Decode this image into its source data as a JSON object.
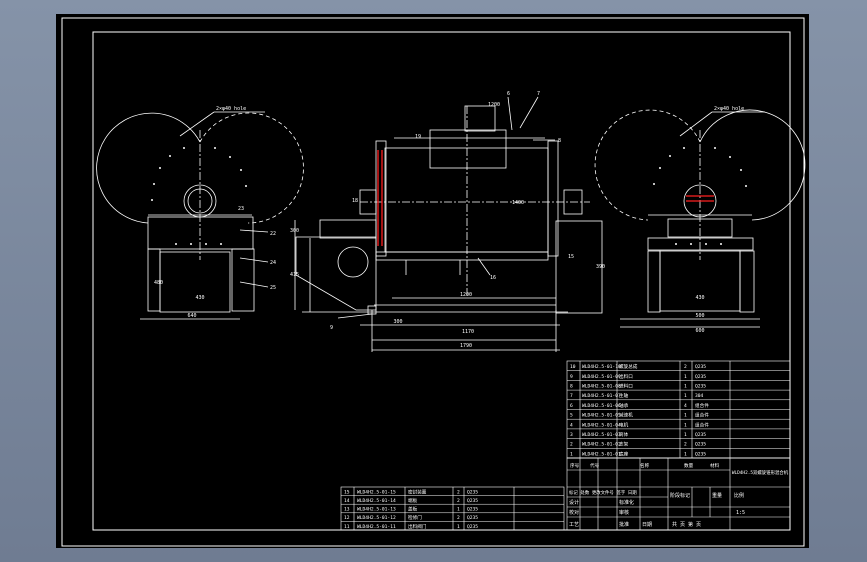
{
  "viewport": {
    "background": "#7f8ba0",
    "sheet_color": "#000000",
    "line_color": "#ffffff",
    "accent": "#ff2020"
  },
  "dimensions": {
    "front_height": "1400",
    "front_length_inner": "1200",
    "front_center": "1170",
    "overall_length": "1790",
    "base_offset": "300",
    "top_width": "1200",
    "left_end_height": "480",
    "right_end_width": "500",
    "left_side_height": "415",
    "left_side_width": "300",
    "right_height": "390",
    "right_width_inner": "600",
    "right_width_outer": "430",
    "left_width_outer": "640",
    "left_width_inner": "430"
  },
  "callouts": {
    "left": [
      "23",
      "22",
      "24",
      "25"
    ],
    "front": [
      "6",
      "7",
      "19",
      "8",
      "18",
      "16",
      "15",
      "9"
    ],
    "flange_left": "2×φ40 hole",
    "flange_right": "2×φ40 hole"
  },
  "parts_list": [
    {
      "no": "10",
      "code": "WLD4H2.5-01-10",
      "name": "螺旋总成",
      "qty": "2",
      "material": "Q235"
    },
    {
      "no": "9",
      "code": "WLD4H2.5-01-09",
      "name": "出料口",
      "qty": "1",
      "material": "Q235"
    },
    {
      "no": "8",
      "code": "WLD4H2.5-01-08",
      "name": "进料口",
      "qty": "1",
      "material": "Q235"
    },
    {
      "no": "7",
      "code": "WLD4H2.5-01-07",
      "name": "主轴",
      "qty": "1",
      "material": "304"
    },
    {
      "no": "6",
      "code": "WLD4H2.5-01-06",
      "name": "轴承",
      "qty": "4",
      "material": "组合件"
    },
    {
      "no": "5",
      "code": "WLD4H2.5-01-05",
      "name": "减速机",
      "qty": "1",
      "material": "组合件"
    },
    {
      "no": "4",
      "code": "WLD4H2.5-01-04",
      "name": "电机",
      "qty": "1",
      "material": "组合件"
    },
    {
      "no": "3",
      "code": "WLD4H2.5-01-03",
      "name": "筒体",
      "qty": "1",
      "material": "Q235"
    },
    {
      "no": "2",
      "code": "WLD4H2.5-01-02",
      "name": "支架",
      "qty": "2",
      "material": "Q235"
    },
    {
      "no": "1",
      "code": "WLD4H2.5-01-01",
      "name": "底座",
      "qty": "1",
      "material": "Q235"
    }
  ],
  "parts_header": {
    "no": "序号",
    "code": "代号",
    "name": "名称",
    "qty": "数量",
    "material": "材料"
  },
  "parts_list_lower": [
    {
      "no": "15",
      "code": "WLD4H2.5-01-15",
      "name": "密封装置",
      "qty": "2",
      "material": "Q235"
    },
    {
      "no": "14",
      "code": "WLD4H2.5-01-14",
      "name": "端板",
      "qty": "2",
      "material": "Q235"
    },
    {
      "no": "13",
      "code": "WLD4H2.5-01-13",
      "name": "盖板",
      "qty": "1",
      "material": "Q235"
    },
    {
      "no": "12",
      "code": "WLD4H2.5-01-12",
      "name": "检修门",
      "qty": "2",
      "material": "Q235"
    },
    {
      "no": "11",
      "code": "WLD4H2.5-01-11",
      "name": "出料阀门",
      "qty": "1",
      "material": "Q235"
    }
  ],
  "title_block": {
    "drawing_title": "WLD4H2.5双螺旋锥形混合机",
    "rows": [
      "标记 处数 更改文件号 签字 日期",
      "设计",
      "校对",
      "审核",
      "工艺",
      "标准化",
      "批准",
      "日期"
    ],
    "right_labels": [
      "阶段标记",
      "重量",
      "比例",
      "共 页 第 页"
    ],
    "scale": "1:5"
  }
}
